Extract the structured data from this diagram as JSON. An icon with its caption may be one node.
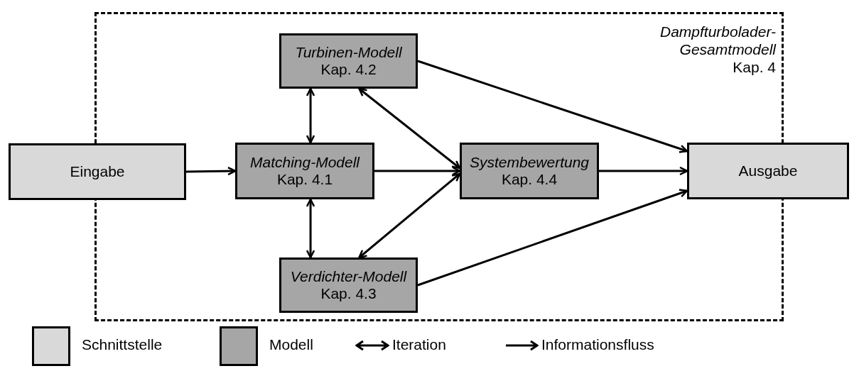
{
  "diagram": {
    "nodes": [
      {
        "text": [
          "Dampfturbolader-Gesamtmodell",
          "Kap. 4"
        ]
      },
      {
        "text": [
          "Eingabe"
        ]
      },
      {
        "text": [
          "Turbinen-Modell",
          "Kap. 4.2"
        ],
        "in": 0
      },
      {
        "text": [
          "Matching-Modell",
          "Kap. 4.1"
        ],
        "in": 0
      },
      {
        "text": [
          "Systembewertung",
          "Kap. 4.4"
        ],
        "in": 0
      },
      {
        "text": [
          "Verdichter-Modell",
          "Kap. 4.3"
        ],
        "in": 0
      },
      {
        "text": [
          "Ausgabe"
        ]
      }
    ],
    "edges": [
      {
        "from": 1,
        "to": 3,
        "arrow": "to"
      },
      {
        "from": 2,
        "to": 3,
        "arrow": "both"
      },
      {
        "from": 3,
        "to": 5,
        "arrow": "both"
      },
      {
        "from": 2,
        "to": 4,
        "arrow": "both"
      },
      {
        "from": 5,
        "to": 4,
        "arrow": "both"
      },
      {
        "from": 3,
        "to": 4,
        "arrow": "to"
      },
      {
        "from": 2,
        "to": 6,
        "arrow": "to"
      },
      {
        "from": 4,
        "to": 6,
        "arrow": "to"
      },
      {
        "from": 5,
        "to": 6,
        "arrow": "to"
      }
    ],
    "legend": [
      {
        "text": "Schnittstelle",
        "color": "#d9d9d9"
      },
      {
        "text": "Modell",
        "color": "#a6a6a6"
      },
      {
        "text": "Iteration"
      },
      {
        "text": "Informationsfluss"
      }
    ]
  }
}
